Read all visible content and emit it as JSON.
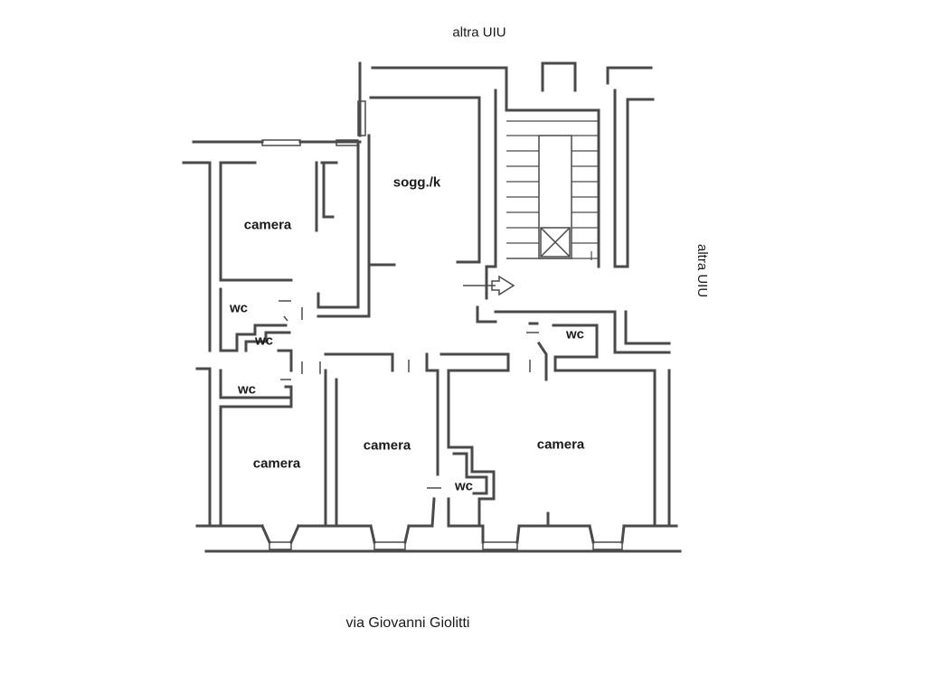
{
  "plan": {
    "top_neighbor_label": "altra UIU",
    "right_neighbor_label": "altra UIU",
    "street_label": "via Giovanni Giolitti",
    "rooms": {
      "living_kitchen": "sogg./k",
      "bedroom_top_left": "camera",
      "bedroom_bottom_left": "camera",
      "bedroom_bottom_middle": "camera",
      "bedroom_bottom_right": "camera",
      "wc_top_left": "wc",
      "wc_top_left_inner": "wc",
      "wc_middle_left": "wc",
      "wc_right": "wc",
      "wc_center": "wc"
    }
  },
  "icons": {
    "entrance": "entrance-arrow-icon",
    "lift": "lift-shaft-icon"
  },
  "colors": {
    "wall": "#4a4a4a",
    "text": "#1a1a1a",
    "background": "#ffffff"
  }
}
